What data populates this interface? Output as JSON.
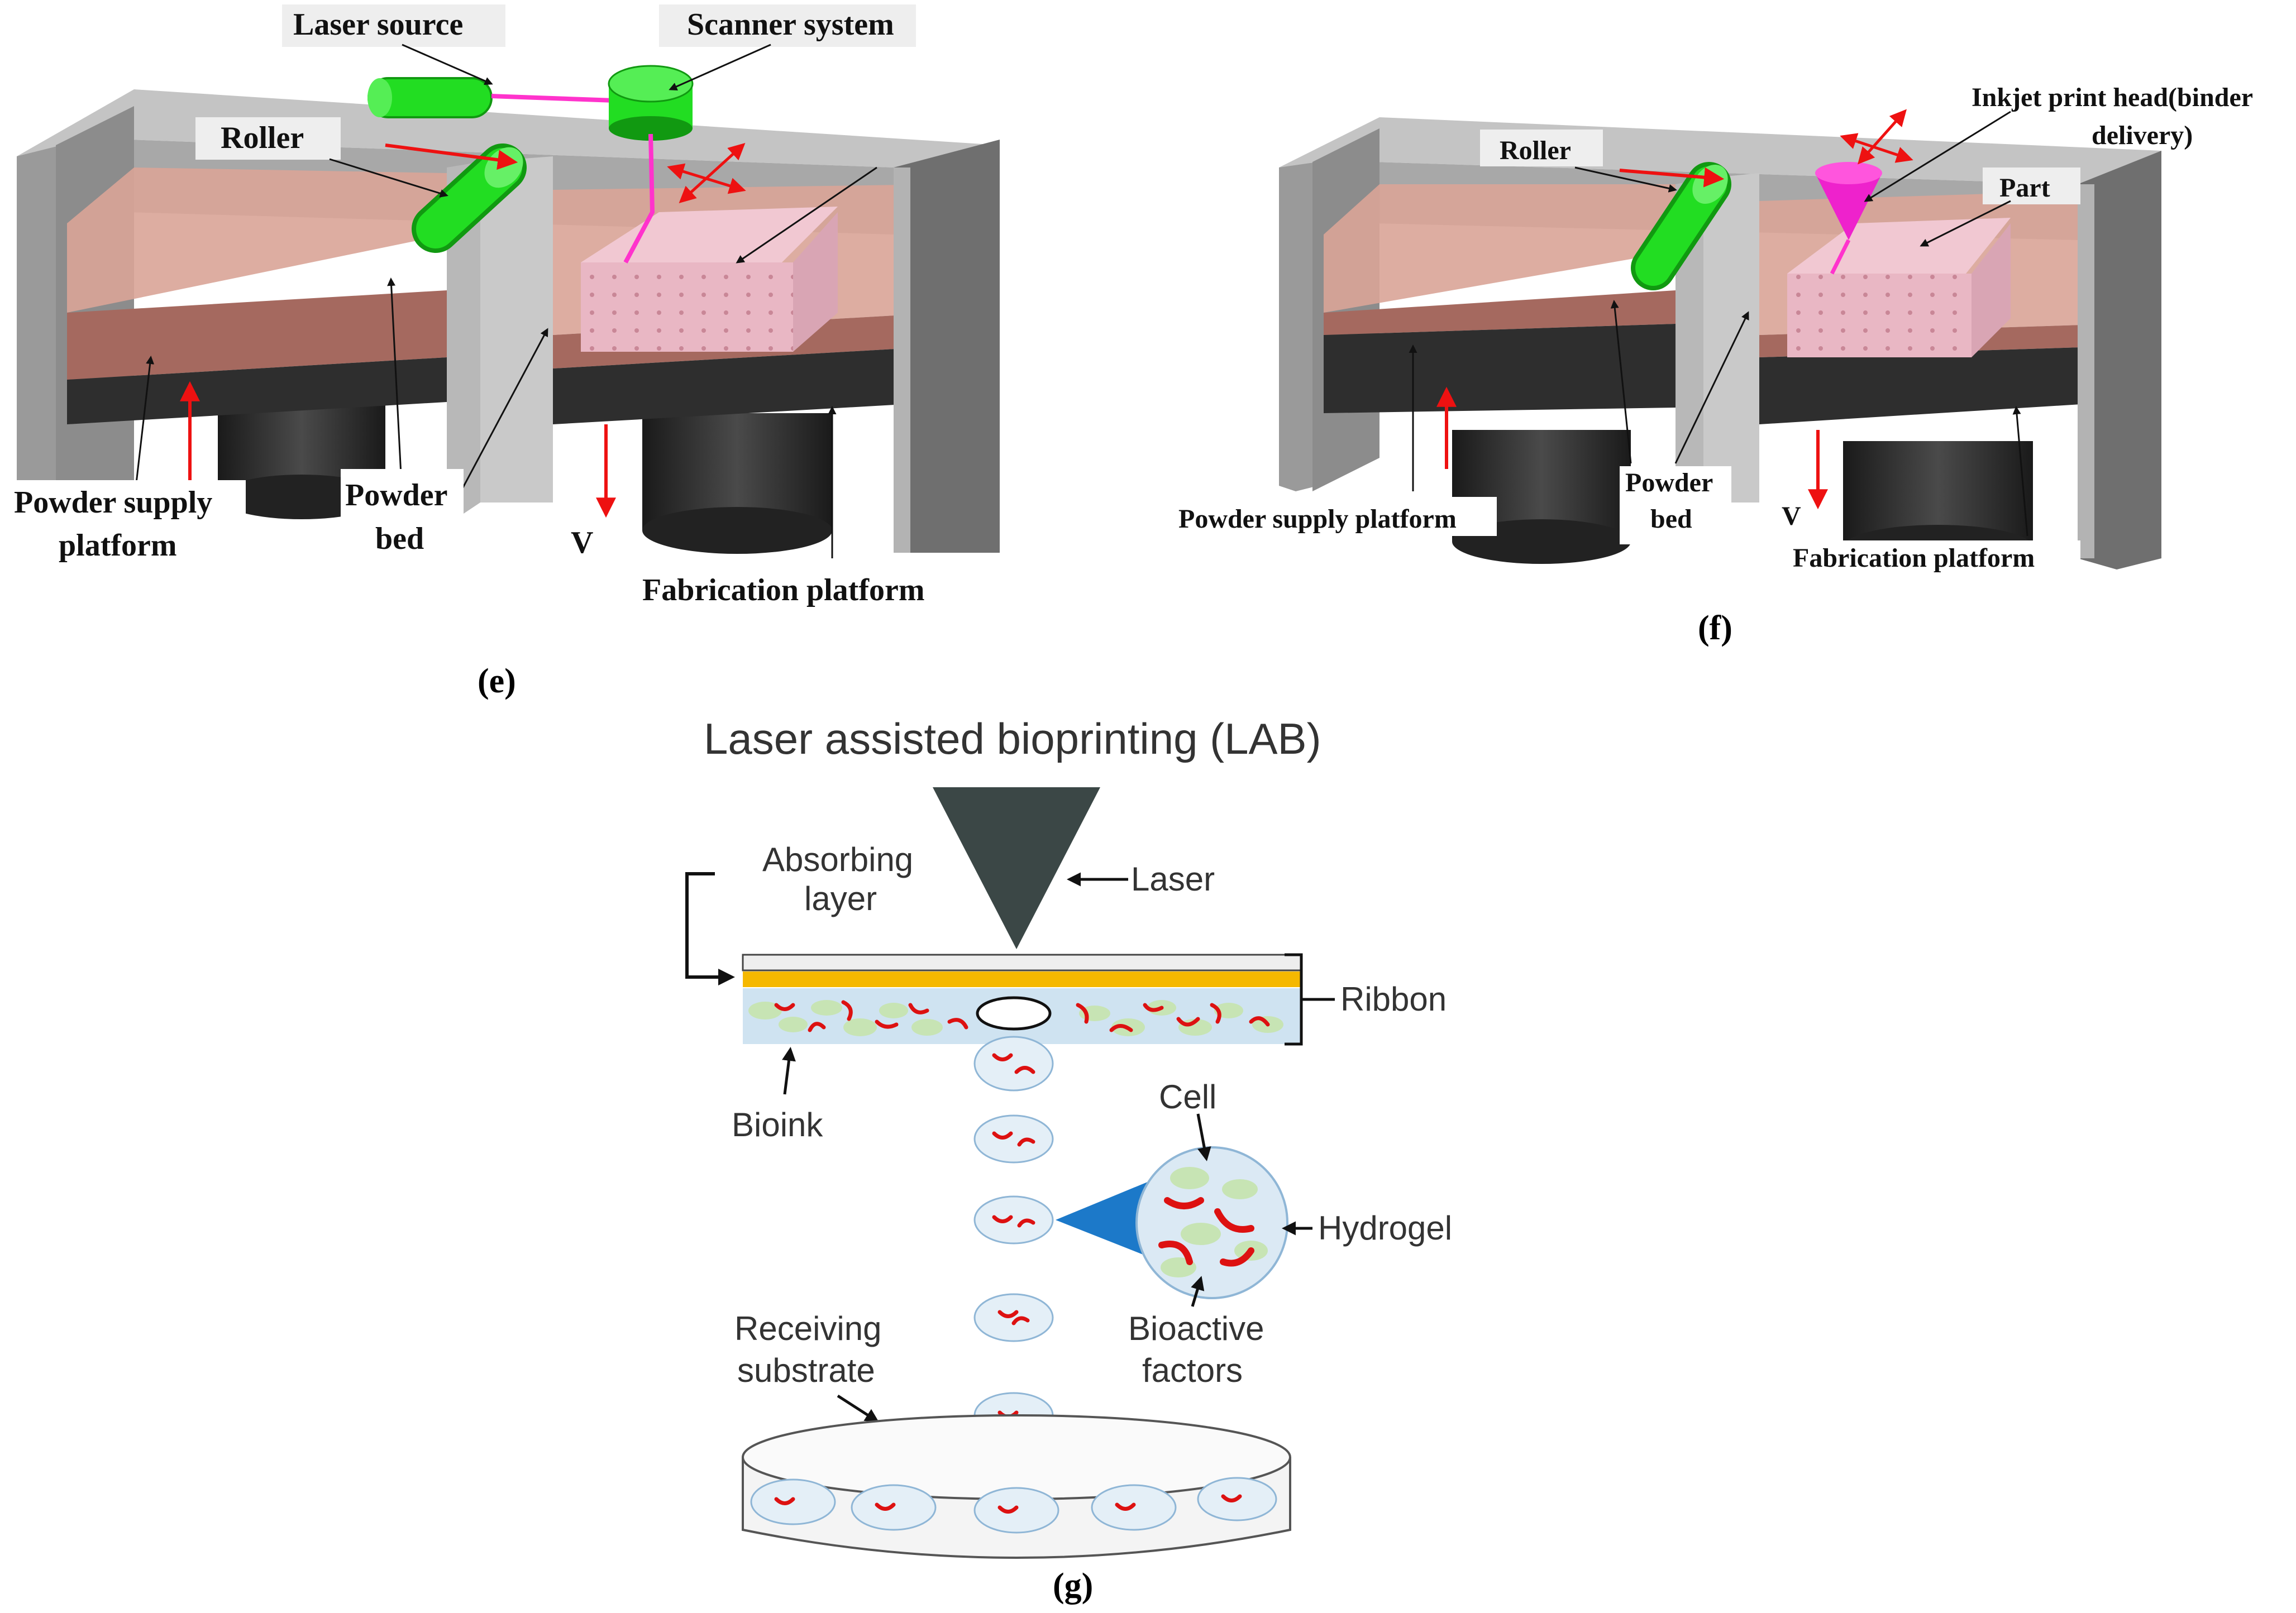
{
  "panel_e": {
    "caption": "(e)",
    "labels": {
      "laser_source": "Laser source",
      "scanner_system": "Scanner system",
      "roller": "Roller",
      "powder_supply_platform_l1": "Powder supply",
      "powder_supply_platform_l2": "platform",
      "powder_bed_l1": "Powder",
      "powder_bed_l2": "bed",
      "v": "V",
      "fabrication_platform": "Fabrication platform"
    }
  },
  "panel_f": {
    "caption": "(f)",
    "labels": {
      "roller": "Roller",
      "inkjet_l1": "Inkjet print head(binder",
      "inkjet_l2": "delivery)",
      "part": "Part",
      "powder_supply_platform": "Powder supply platform",
      "powder_bed_l1": "Powder",
      "powder_bed_l2": "bed",
      "v": "V",
      "fabrication_platform": "Fabrication platform"
    }
  },
  "panel_g": {
    "caption": "(g)",
    "title": "Laser assisted bioprinting (LAB)",
    "labels": {
      "absorbing_l1": "Absorbing",
      "absorbing_l2": "layer",
      "laser": "Laser",
      "ribbon": "Ribbon",
      "bioink": "Bioink",
      "cell": "Cell",
      "hydrogel": "Hydrogel",
      "bioactive_l1": "Bioactive",
      "bioactive_l2": "factors",
      "receiving_l1": "Receiving",
      "receiving_l2": "substrate"
    }
  },
  "colors": {
    "frame": "#b3b3b3",
    "frame_dark": "#7a7a7a",
    "powder": "#c78b7e",
    "powder_front": "#a5695f",
    "platform": "#2e2e2e",
    "roller": "#22dd22",
    "beam": "#ff33cc",
    "arrow_red": "#ee1111",
    "part": "#e9b7c4",
    "absorbing_layer": "#f5b800",
    "bioink": "#cfe3f1",
    "laser_triangle": "#3b4746",
    "cone_blue": "#1c79c9"
  }
}
